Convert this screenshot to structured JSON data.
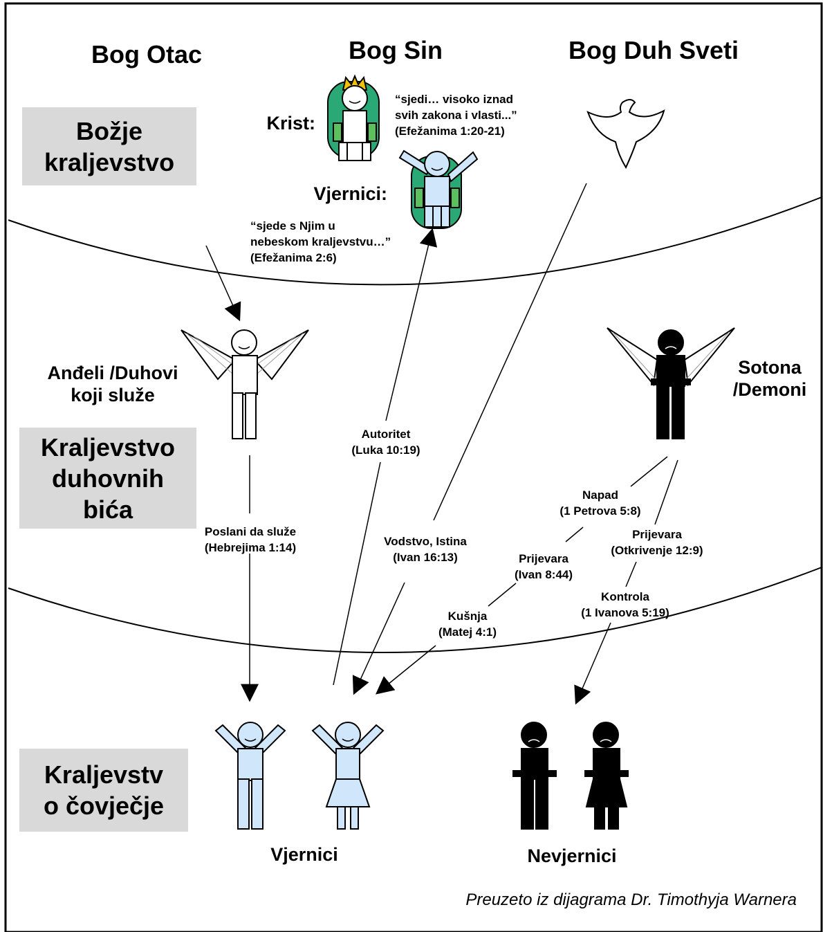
{
  "trinity": {
    "father": "Bog Otac",
    "son": "Bog Sin",
    "spirit": "Bog Duh Sveti"
  },
  "realms": {
    "god": [
      "Božje",
      "kraljevstvo"
    ],
    "spirit": [
      "Kraljevstvo",
      "duhovnih",
      "bića"
    ],
    "human": [
      "Kraljevstv",
      "o čovječje"
    ]
  },
  "heaven": {
    "christ_label": "Krist:",
    "christ_quote": [
      "“sjedi… visoko iznad",
      "svih zakona i vlasti...”",
      "(Efežanima 1:20-21)"
    ],
    "believers_label": "Vjernici:",
    "believers_quote": [
      "“sjede s Njim u",
      "nebeskom kraljevstvu…”",
      "(Efežanima 2:6)"
    ]
  },
  "spirits": {
    "angels": [
      "Anđeli /Duhovi",
      "koji služe"
    ],
    "satan": [
      "Sotona",
      "/Demoni"
    ]
  },
  "arrows": {
    "authority": [
      "Autoritet",
      "(Luka 10:19)"
    ],
    "sent": [
      "Poslani da služe",
      "(Hebrejima 1:14)"
    ],
    "guidance": [
      "Vodstvo, Istina",
      "(Ivan 16:13)"
    ],
    "attack": [
      "Napad",
      "(1 Petrova 5:8)"
    ],
    "deception1": [
      "Prijevara",
      "(Ivan 8:44)"
    ],
    "deception2": [
      "Prijevara",
      "(Otkrivenje 12:9)"
    ],
    "temptation": [
      "Kušnja",
      "(Matej 4:1)"
    ],
    "control": [
      "Kontrola",
      "(1 Ivanova 5:19)"
    ]
  },
  "people": {
    "believers": "Vjernici",
    "unbelievers": "Nevjernici"
  },
  "credit": "Preuzeto iz dijagrama Dr. Timothyja Warnera",
  "colors": {
    "believer_fill": "#cfe6fb",
    "throne_green": "#2aa876",
    "crown_gold": "#f2c200",
    "realm_bg": "#d9d9d9",
    "dark_figure": "#000000"
  }
}
